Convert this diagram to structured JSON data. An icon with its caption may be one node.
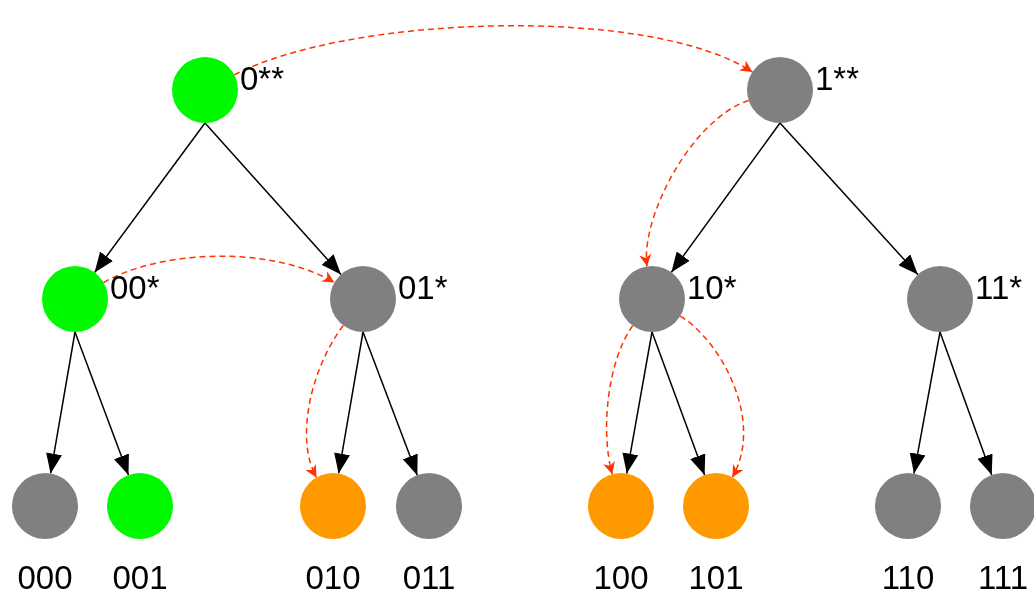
{
  "diagram": {
    "nodes": [
      {
        "text": [
          "0**"
        ]
      },
      {
        "text": [
          "00*"
        ]
      },
      {
        "text": [
          "01*"
        ]
      },
      {
        "text": [
          "000"
        ]
      },
      {
        "text": [
          "001"
        ]
      },
      {
        "text": [
          "010"
        ]
      },
      {
        "text": [
          "011"
        ]
      },
      {
        "text": [
          "1**"
        ]
      },
      {
        "text": [
          "10*"
        ]
      },
      {
        "text": [
          "11*"
        ]
      },
      {
        "text": [
          "100"
        ]
      },
      {
        "text": [
          "101"
        ]
      },
      {
        "text": [
          "110"
        ]
      },
      {
        "text": [
          "111"
        ]
      }
    ],
    "edges": [
      {
        "from": 0,
        "to": 1,
        "arrow": "to"
      },
      {
        "from": 0,
        "to": 2,
        "arrow": "to"
      },
      {
        "from": 1,
        "to": 3,
        "arrow": "to"
      },
      {
        "from": 1,
        "to": 4,
        "arrow": "to"
      },
      {
        "from": 2,
        "to": 5,
        "arrow": "to"
      },
      {
        "from": 2,
        "to": 6,
        "arrow": "to"
      },
      {
        "from": 7,
        "to": 8,
        "arrow": "to"
      },
      {
        "from": 7,
        "to": 9,
        "arrow": "to"
      },
      {
        "from": 8,
        "to": 10,
        "arrow": "to"
      },
      {
        "from": 8,
        "to": 11,
        "arrow": "to"
      },
      {
        "from": 9,
        "to": 12,
        "arrow": "to"
      },
      {
        "from": 9,
        "to": 13,
        "arrow": "to"
      },
      {
        "from": 0,
        "to": 7,
        "arrow": "to",
        "style": "dashed",
        "color": "#ff3300"
      },
      {
        "from": 1,
        "to": 2,
        "arrow": "to",
        "style": "dashed",
        "color": "#ff3300"
      },
      {
        "from": 2,
        "to": 5,
        "arrow": "to",
        "style": "dashed",
        "color": "#ff3300"
      },
      {
        "from": 7,
        "to": 8,
        "arrow": "to",
        "style": "dashed",
        "color": "#ff3300"
      },
      {
        "from": 8,
        "to": 10,
        "arrow": "to",
        "style": "dashed",
        "color": "#ff3300"
      },
      {
        "from": 8,
        "to": 11,
        "arrow": "to",
        "style": "dashed",
        "color": "#ff3300"
      }
    ]
  }
}
